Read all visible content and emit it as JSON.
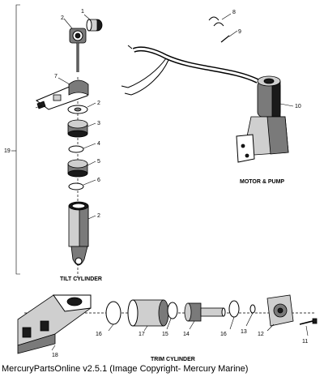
{
  "captions": {
    "tilt": "TILT CYLINDER",
    "motor": "MOTOR & PUMP",
    "trim": "TRIM CYLINDER"
  },
  "callouts": {
    "c1": "1",
    "c2a": "2",
    "c2b": "2",
    "c2c": "2",
    "c3": "3",
    "c4": "4",
    "c5": "5",
    "c6": "6",
    "c7": "7",
    "c8": "8",
    "c9": "9",
    "c10": "10",
    "c11": "11",
    "c12": "12",
    "c13": "13",
    "c14": "14",
    "c15": "15",
    "c16a": "16",
    "c16b": "16",
    "c17": "17",
    "c18": "18",
    "c19": "19"
  },
  "footer": {
    "text": "MercuryPartsOnline v2.5.1 (Image Copyright- Mercury Marine)"
  }
}
